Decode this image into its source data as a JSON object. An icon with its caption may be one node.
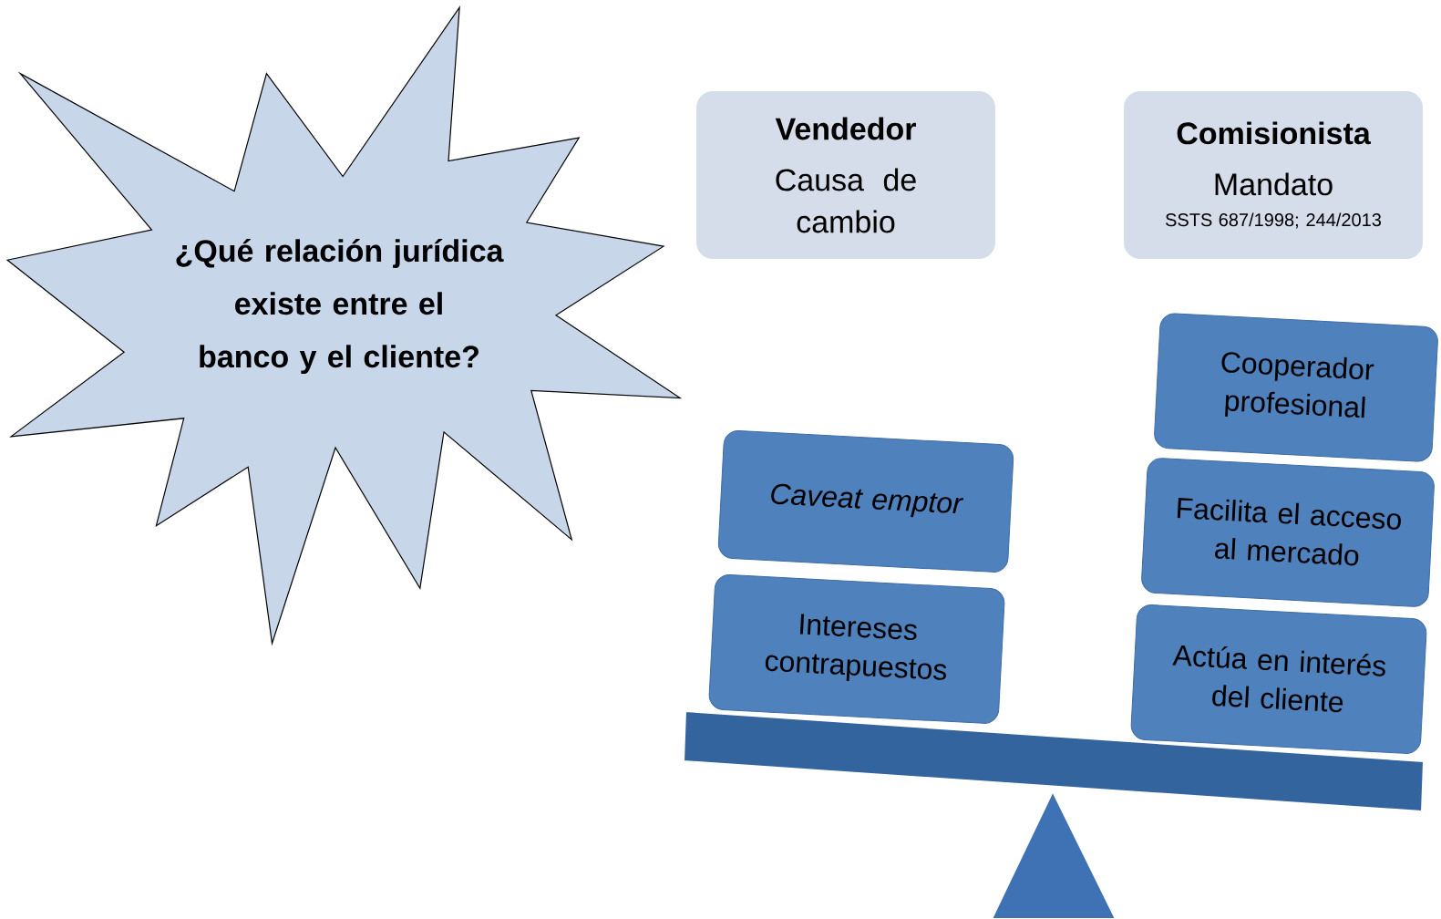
{
  "diagram": {
    "nodes": [
      {
        "text": [
          "¿Qué relación jurídica existe entre el banco y el cliente?"
        ]
      },
      {
        "text": [
          "Vendedor",
          "Causa de cambio"
        ]
      },
      {
        "text": [
          "Comisionista",
          "Mandato",
          "SSTS 687/1998; 244/2013"
        ]
      },
      {
        "text": [
          "Caveat emptor"
        ]
      },
      {
        "text": [
          "Intereses contrapuestos"
        ]
      },
      {
        "text": [
          "Cooperador profesional"
        ]
      },
      {
        "text": [
          "Facilita  el acceso al mercado"
        ]
      },
      {
        "text": [
          "Actúa en interés del cliente"
        ]
      }
    ]
  }
}
